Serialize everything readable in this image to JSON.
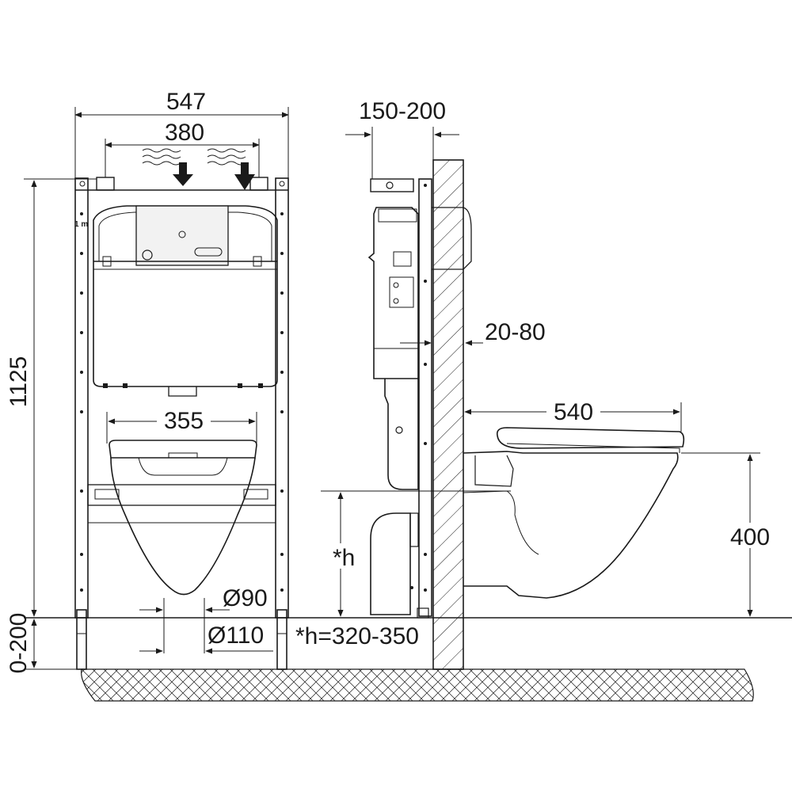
{
  "dimensions": {
    "frame_width": "547",
    "flush_spacing": "380",
    "frame_height": "1125",
    "foot_adjust": "0-200",
    "bolt_spacing": "355",
    "drain_small": "Ø90",
    "drain_large": "Ø110",
    "wall_clearance": "150-200",
    "finish_thickness": "20-80",
    "bowl_projection": "540",
    "seat_height": "400",
    "h_label": "*h",
    "h_note": "*h=320-350",
    "level_mark": "1 m"
  },
  "colors": {
    "line": "#1a1a1a",
    "background": "#ffffff"
  }
}
